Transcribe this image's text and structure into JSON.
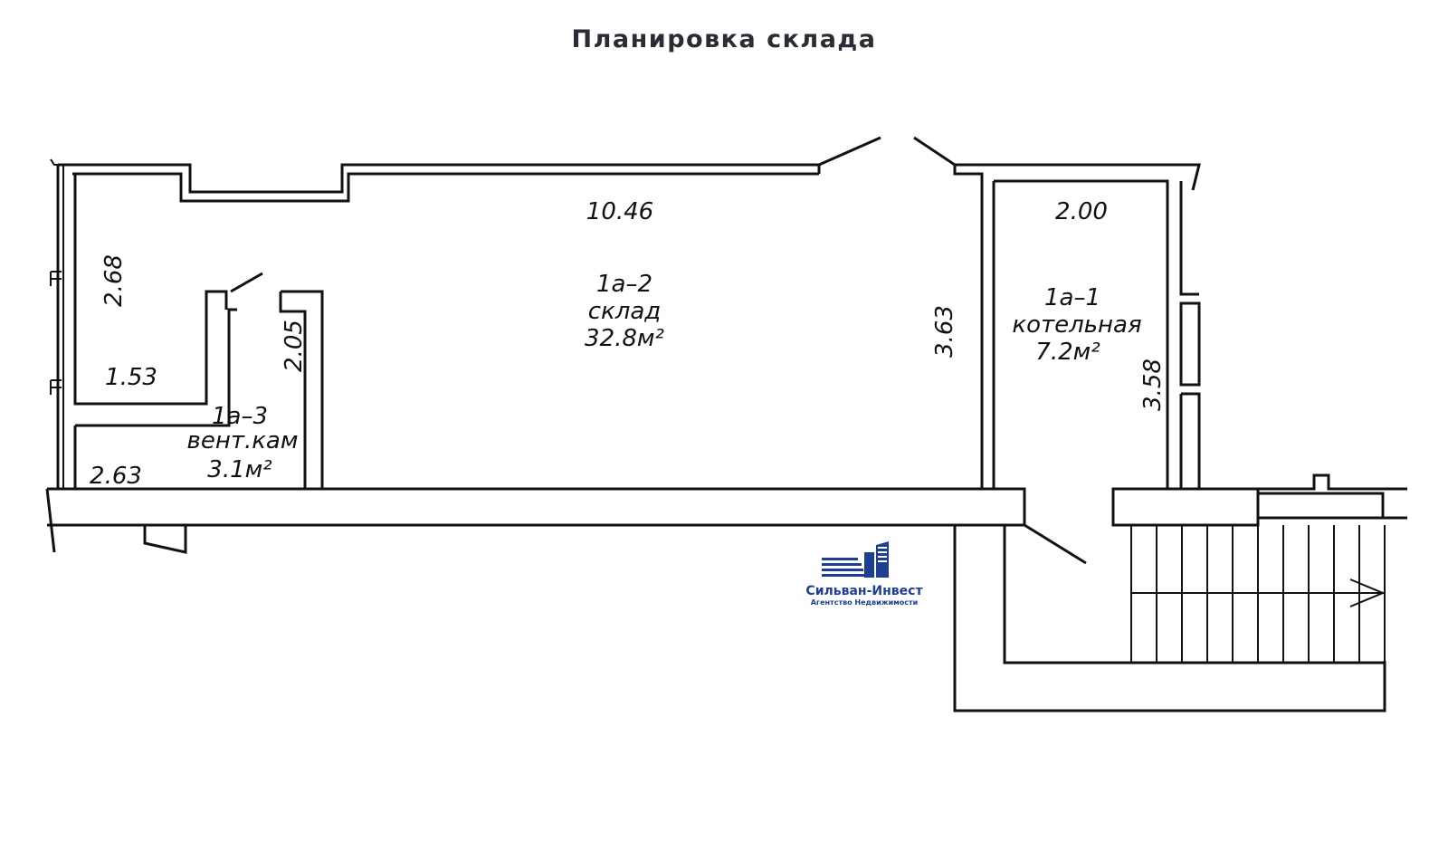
{
  "title": "Планировка склада",
  "logo": {
    "name": "Сильван-Инвест",
    "subtitle": "Агентство Недвижимости",
    "color": "#1d3f93"
  },
  "rooms": [
    {
      "id": "1a-2",
      "code": "1а–2",
      "name": "склад",
      "area": "32.8м²"
    },
    {
      "id": "1a-1",
      "code": "1а–1",
      "name": "котельная",
      "area": "7.2м²"
    },
    {
      "id": "1a-3",
      "code": "1а–3",
      "name": "вент.кам",
      "area": "3.1м²"
    }
  ],
  "dimensions": {
    "d_10_46": "10.46",
    "d_2_00": "2.00",
    "d_2_68": "2.68",
    "d_1_53": "1.53",
    "d_2_05": "2.05",
    "d_2_63": "2.63",
    "d_3_63": "3.63",
    "d_3_58": "3.58"
  }
}
